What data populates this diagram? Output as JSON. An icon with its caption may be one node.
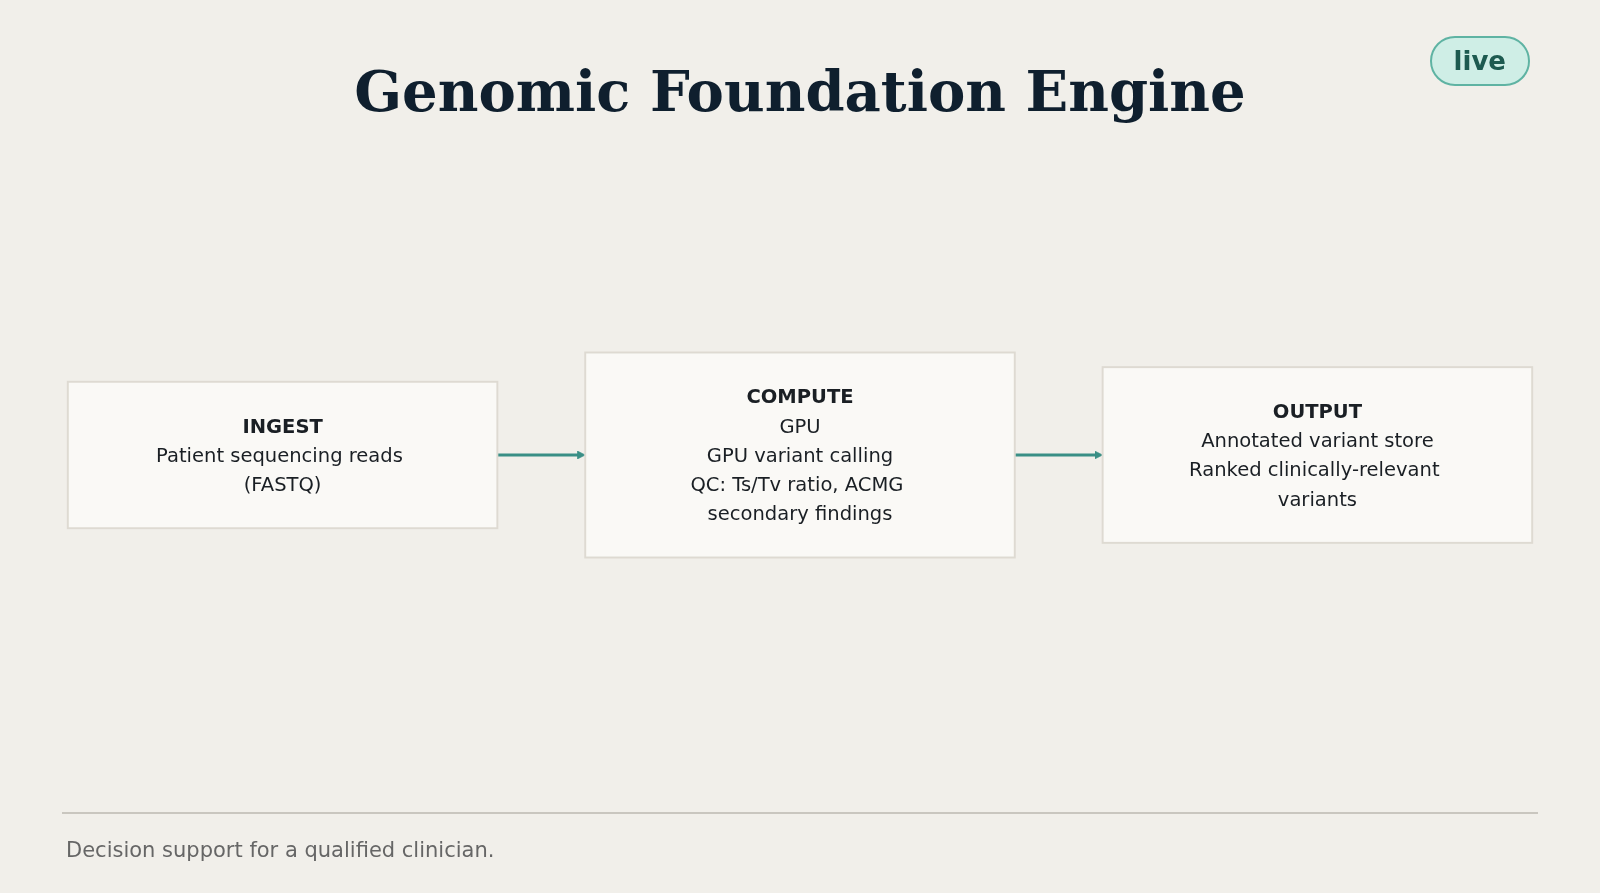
{
  "diagram": {
    "title": "Genomic Foundation Engine",
    "caption": "Decision support for a qualified clinician.",
    "nodes": [
      {
        "text": [
          "INGEST",
          "Patient sequencing reads (FASTQ)"
        ]
      },
      {
        "text": [
          "COMPUTE",
          "GPU",
          "GPU variant calling",
          "QC: Ts/Tv ratio, ACMG secondary findings"
        ]
      },
      {
        "text": [
          "OUTPUT",
          "Annotated variant store",
          "Ranked clinically-relevant variants"
        ]
      }
    ],
    "edges": [
      {
        "from": 0,
        "to": 1,
        "arrow": "to"
      },
      {
        "from": 1,
        "to": 2,
        "arrow": "to"
      }
    ],
    "labels": [
      "live"
    ]
  }
}
